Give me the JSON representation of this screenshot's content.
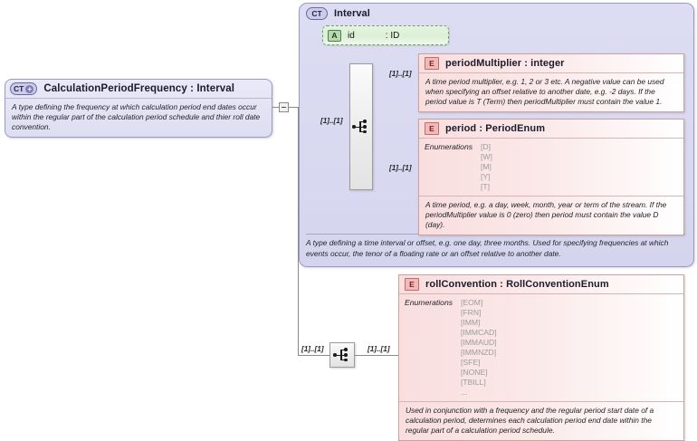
{
  "diagram": {
    "title": "XSD schema diagram - CalculationPeriodFrequency",
    "cardinality": "[1]..[1]",
    "icons": {
      "complex_type": "CT",
      "complex_type_expandable": "CT+",
      "attribute": "A",
      "element": "E",
      "sequence": "sequence-icon",
      "collapse": "collapse-minus-icon"
    }
  },
  "root_node": {
    "badge": "CT",
    "badge_plus": "+",
    "name": "CalculationPeriodFrequency : Interval",
    "description": "A type defining the frequency at which calculation period end dates occur within the regular part of the calculation period schedule and thier roll date convention."
  },
  "interval_node": {
    "badge": "CT",
    "name": "Interval",
    "description": "A type defining a time interval or offset, e.g. one day, three months. Used for specifying frequencies at which events occur, the tenor of a floating rate or an offset relative to another date."
  },
  "attribute_id": {
    "badge": "A",
    "name": "id",
    "type": ": ID"
  },
  "elements": {
    "period_multiplier": {
      "badge": "E",
      "name": "periodMultiplier : integer",
      "description": "A time period multiplier, e.g. 1, 2 or 3 etc. A negative value can be used when specifying an offset relative to another date, e.g. -2 days. If the period value is T (Term) then periodMultiplier must contain the value 1."
    },
    "period": {
      "badge": "E",
      "name": "period : PeriodEnum",
      "enumerations_label": "Enumerations",
      "enumerations": [
        "[D]",
        "[W]",
        "[M]",
        "[Y]",
        "[T]"
      ],
      "description": "A time period, e.g. a day, week, month, year or term of the stream. If the periodMultiplier value is 0 (zero) then period must contain the value D (day)."
    },
    "roll_convention": {
      "badge": "E",
      "name": "rollConvention : RollConventionEnum",
      "enumerations_label": "Enumerations",
      "enumerations": [
        "[EOM]",
        "[FRN]",
        "[IMM]",
        "[IMMCAD]",
        "[IMMAUD]",
        "[IMMNZD]",
        "[SFE]",
        "[NONE]",
        "[TBILL]",
        "..."
      ],
      "description": "Used in conjunction with a frequency and the regular period start date of a calculation period, determines each calculation period end date within the regular part of a calculation period schedule."
    }
  },
  "cardinalities": {
    "root_to_interval": "[1]..[1]",
    "seq_to_period_multiplier": "[1]..[1]",
    "seq_to_period": "[1]..[1]",
    "root_to_roll_seq": "[1]..[1]",
    "roll_seq_to_roll": "[1]..[1]"
  },
  "colors": {
    "complex_type_fill": "#dcdcf3",
    "complex_type_border": "#9a9ac4",
    "element_fill": "#f9dede",
    "element_border": "#c9a3a3",
    "attribute_fill": "#dcf0d6",
    "attribute_border": "#6f9a6b",
    "connector": "#8a8a8a"
  }
}
